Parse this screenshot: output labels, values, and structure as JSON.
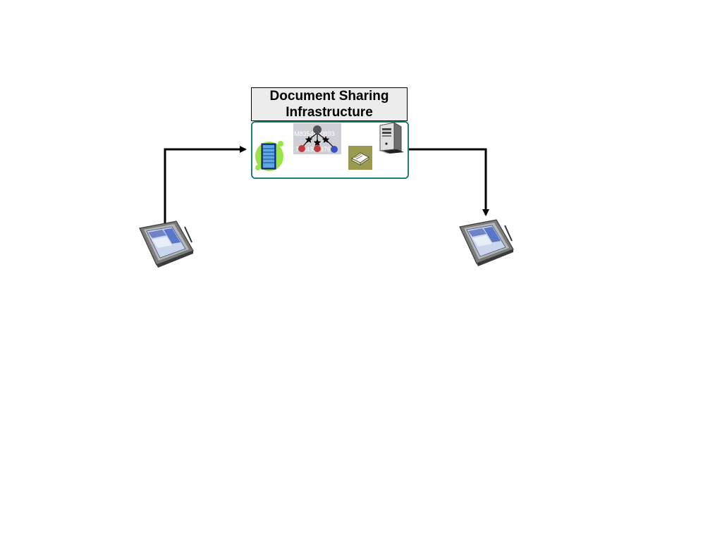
{
  "diagram": {
    "title_line1": "Document Sharing",
    "title_line2": "Infrastructure",
    "network_top_label": "M8354670893",
    "network_bottom_label": "71843503768"
  },
  "icons": {
    "left_client": "tablet-pc-icon",
    "right_client": "tablet-pc-icon",
    "registry": "server-rack-icon",
    "network": "network-mesh-icon",
    "repository": "book-icon",
    "server": "tower-server-icon"
  },
  "colors": {
    "infra_border": "#1f7f75",
    "title_fill": "#ececec",
    "connector": "#000000",
    "registry_bg": "#9be34a",
    "book_bg": "#9a9a50"
  }
}
